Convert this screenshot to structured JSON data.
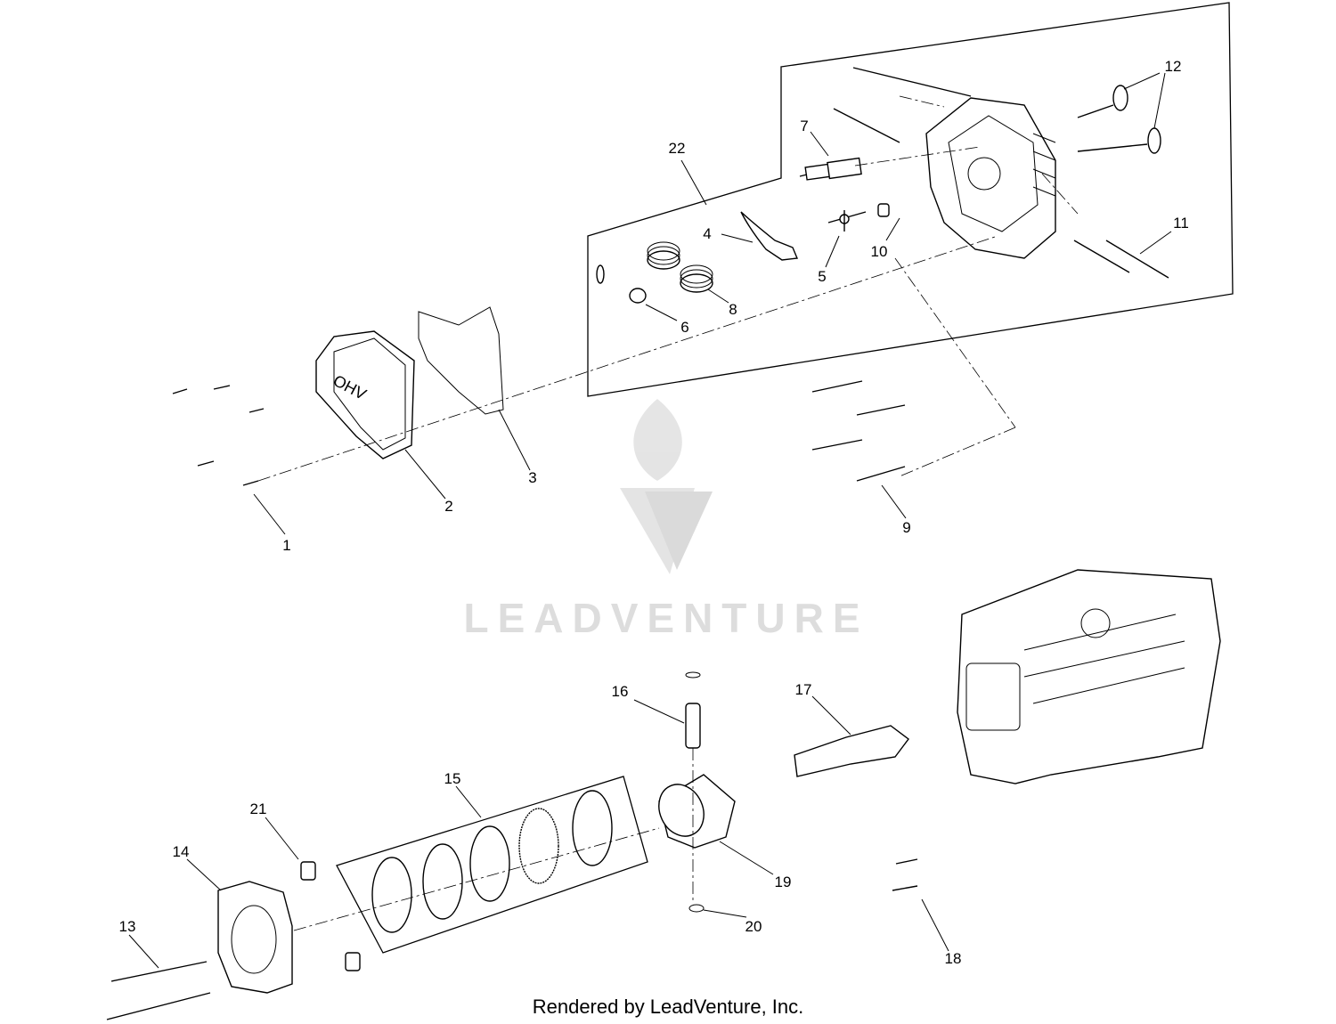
{
  "watermark": {
    "brand": "LEADVENTURE"
  },
  "footer": {
    "text": "Rendered by LeadVenture, Inc."
  },
  "cover_marking": "OHV",
  "callouts": [
    {
      "id": "c1",
      "label": "1"
    },
    {
      "id": "c2",
      "label": "2"
    },
    {
      "id": "c3",
      "label": "3"
    },
    {
      "id": "c4",
      "label": "4"
    },
    {
      "id": "c5",
      "label": "5"
    },
    {
      "id": "c6",
      "label": "6"
    },
    {
      "id": "c7",
      "label": "7"
    },
    {
      "id": "c8",
      "label": "8"
    },
    {
      "id": "c9",
      "label": "9"
    },
    {
      "id": "c10",
      "label": "10"
    },
    {
      "id": "c11",
      "label": "11"
    },
    {
      "id": "c12",
      "label": "12"
    },
    {
      "id": "c13",
      "label": "13"
    },
    {
      "id": "c14",
      "label": "14"
    },
    {
      "id": "c15",
      "label": "15"
    },
    {
      "id": "c16",
      "label": "16"
    },
    {
      "id": "c17",
      "label": "17"
    },
    {
      "id": "c18",
      "label": "18"
    },
    {
      "id": "c19",
      "label": "19"
    },
    {
      "id": "c20",
      "label": "20"
    },
    {
      "id": "c21",
      "label": "21"
    },
    {
      "id": "c22",
      "label": "22"
    }
  ]
}
